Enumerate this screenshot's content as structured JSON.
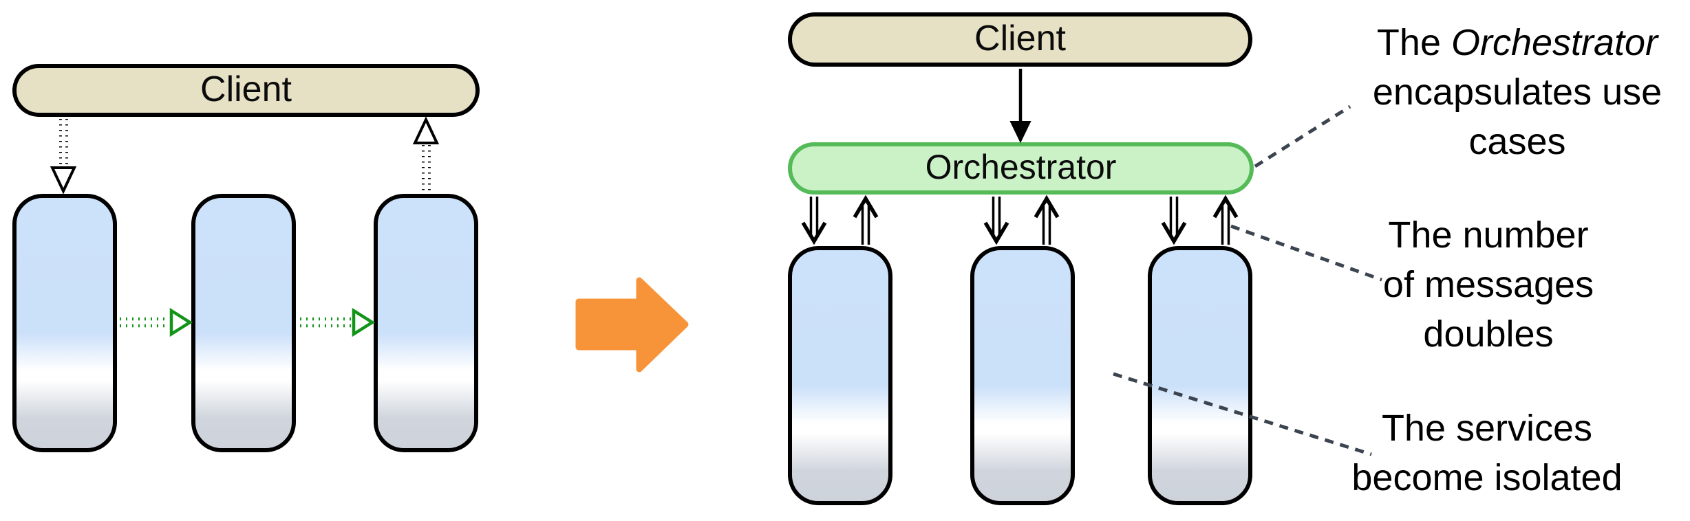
{
  "title": "Choreography to orchestration transformation diagram",
  "colors": {
    "client_fill": "#e6e1c4",
    "outline": "#000000",
    "service_fill_top": "#cce1fa",
    "service_fill_bottom": "#ced3db",
    "orchestrator_fill": "#cbf2c7",
    "orchestrator_border": "#55bb58",
    "green_message_arrow": "#129418",
    "transform_arrow": "#f7943a",
    "leader_dash": "#3b4450"
  },
  "left_diagram": {
    "client_label": "Client",
    "service_count": 3
  },
  "right_diagram": {
    "client_label": "Client",
    "orchestrator_label": "Orchestrator",
    "service_count": 3
  },
  "annotations": {
    "orchestrator_note": {
      "line1_prefix": "The ",
      "line1_italic": "Orchestrator",
      "line2": "encapsulates use",
      "line3": "cases"
    },
    "messages_note": {
      "line1": "The number",
      "line2": "of messages",
      "line3": "doubles"
    },
    "isolation_note": {
      "line1": "The services",
      "line2": "become isolated"
    }
  }
}
